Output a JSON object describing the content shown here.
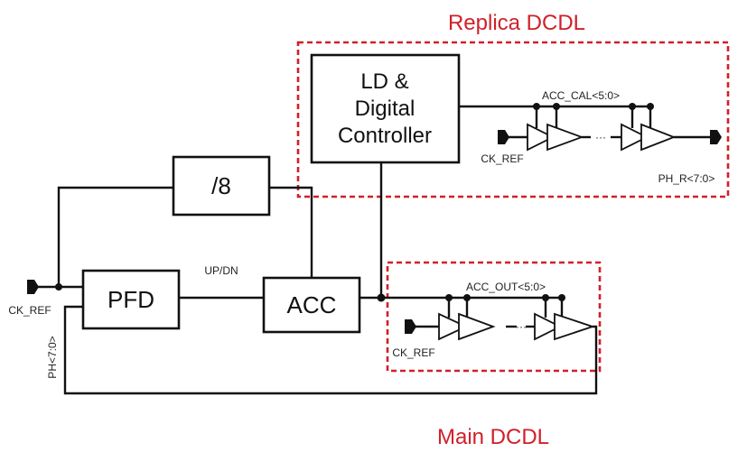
{
  "regions": {
    "replica_title": "Replica DCDL",
    "main_title": "Main DCDL"
  },
  "blocks": {
    "ld_line1": "LD &",
    "ld_line2": "Digital",
    "ld_line3": "Controller",
    "divider": "/8",
    "pfd": "PFD",
    "acc": "ACC"
  },
  "signals": {
    "up_dn": "UP/DN",
    "acc_cal": "ACC_CAL<5:0>",
    "acc_out": "ACC_OUT<5:0>",
    "ck_ref_left": "CK_REF",
    "ck_ref_replica": "CK_REF",
    "ck_ref_main": "CK_REF",
    "ph_r": "PH_R<7:0>",
    "ph": "PH<7:0>",
    "ellipsis_replica": "···",
    "ellipsis_main": "···"
  },
  "colors": {
    "region_outline": "#d0202a",
    "wire": "#111111"
  }
}
